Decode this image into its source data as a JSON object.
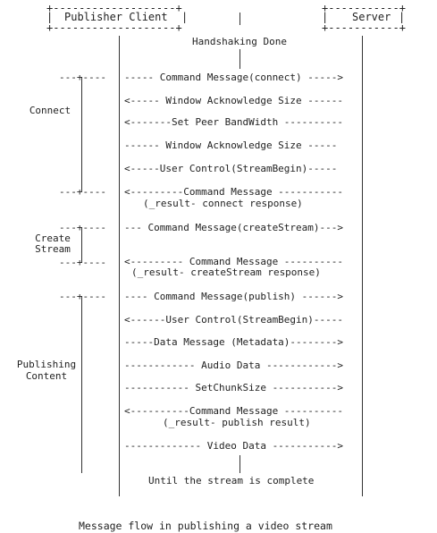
{
  "participants": {
    "client": "Publisher Client",
    "server": "Server"
  },
  "box_chars": {
    "client_border": "+-------------------+",
    "server_border": "+-----------+"
  },
  "handshake_label": "Handshaking Done",
  "phases": {
    "connect": "Connect",
    "create_stream_line1": "Create",
    "create_stream_line2": "Stream",
    "publishing_line1": "Publishing",
    "publishing_line2": "Content"
  },
  "bracket_tick": "---+----",
  "messages": [
    "----- Command Message(connect) ----->",
    "<----- Window Acknowledge Size ------",
    "<-------Set Peer BandWidth ----------",
    "------ Window Acknowledge Size -----",
    "<-----User Control(StreamBegin)-----",
    "<---------Command Message -----------",
    "(_result- connect response)",
    "--- Command Message(createStream)--->",
    "<--------- Command Message ----------",
    "(_result- createStream response)",
    "---- Command Message(publish) ------>",
    "<------User Control(StreamBegin)-----",
    "-----Data Message (Metadata)-------->",
    "------------ Audio Data ------------>",
    "----------- SetChunkSize ----------->",
    "<----------Command Message ----------",
    "(_result- publish result)",
    "------------- Video Data ----------->"
  ],
  "end_label": "Until the stream is complete",
  "caption": "Message flow in publishing a video stream"
}
